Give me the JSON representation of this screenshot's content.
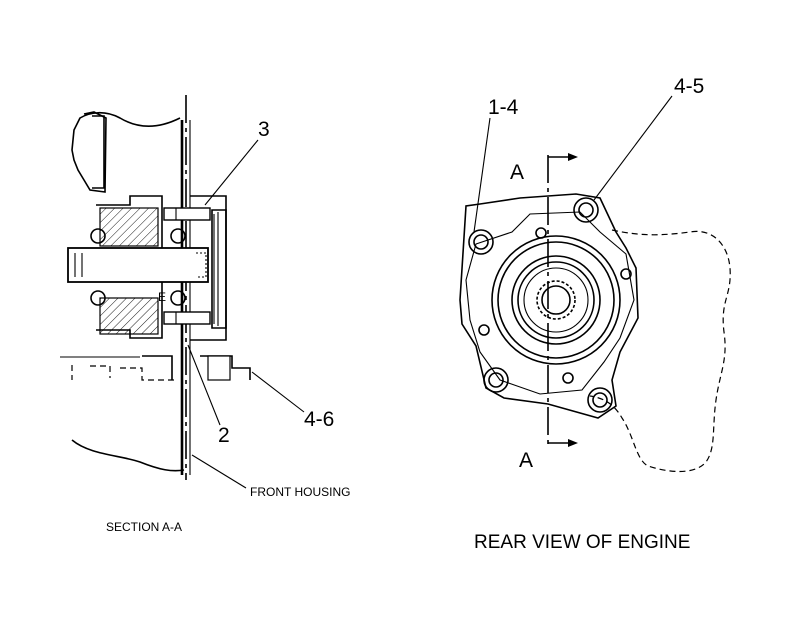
{
  "section_view": {
    "callout_3": "3",
    "callout_2": "2",
    "callout_4_6": "4-6",
    "front_housing": "FRONT HOUSING",
    "caption": "SECTION A-A"
  },
  "rear_view": {
    "callout_1_4": "1-4",
    "callout_4_5": "4-5",
    "section_mark_top": "A",
    "section_mark_bottom": "A",
    "caption": "REAR VIEW OF ENGINE"
  }
}
